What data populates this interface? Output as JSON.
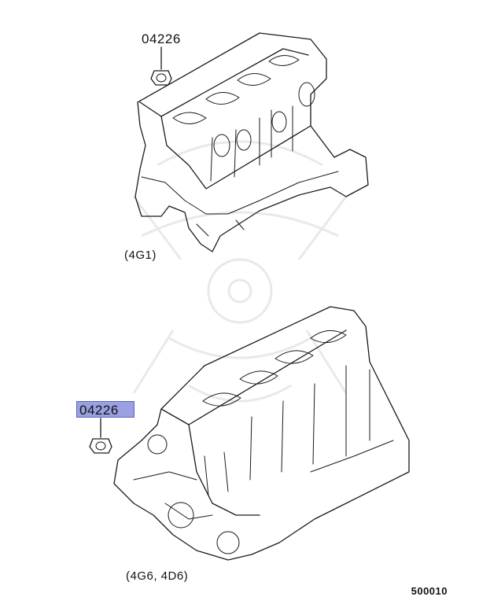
{
  "callouts": {
    "top_part_number": "04226",
    "bottom_part_number": "04226"
  },
  "engine_variants": {
    "top": "(4G1)",
    "bottom": "(4G6, 4D6)"
  },
  "figure_number": "500010",
  "colors": {
    "highlight_fill": "#9aa0e0",
    "line": "#1a1a1a"
  }
}
